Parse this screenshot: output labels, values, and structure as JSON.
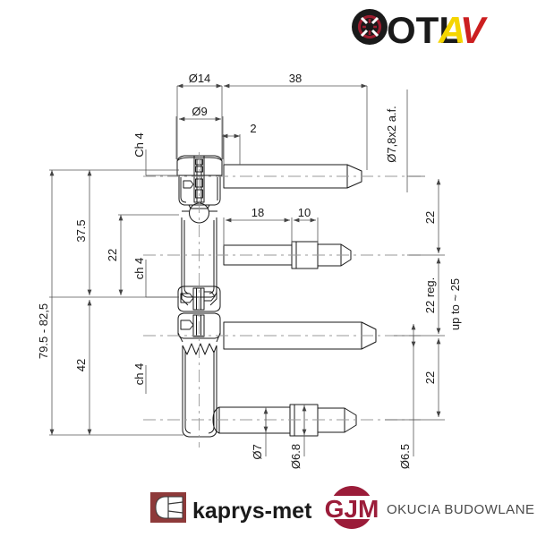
{
  "page": {
    "title": "OTLAV hinge technical drawing",
    "background": "#ffffff",
    "line_color": "#1a1a1a",
    "dim_line_color": "#555555"
  },
  "brand_top": {
    "name": "OTLAV",
    "mark_text_dark": "OTL",
    "mark_text_a": "A",
    "mark_text_v": "V",
    "colors": {
      "dark": "#1a1a1a",
      "yellow": "#f5d500",
      "red": "#cc1f20",
      "ring_red": "#9b1c2e"
    }
  },
  "brand_bottom": [
    {
      "name": "kaprys-met",
      "label": "kaprys-met",
      "mark": "hexagon-solid-icon",
      "colors": {
        "mark": "#8e3a3a",
        "text": "#1a1a1a"
      }
    },
    {
      "name": "GJM",
      "label": "GJM",
      "tagline": "OKUCIA BUDOWLANE",
      "mark": "gjm-circle-icon",
      "colors": {
        "mark": "#9b1c39",
        "text": "#3a3a3a"
      }
    }
  ],
  "dimensions": {
    "top": [
      {
        "id": "dia14",
        "label": "Ø14"
      },
      {
        "id": "len38",
        "label": "38"
      },
      {
        "id": "dia9",
        "label": "Ø9"
      },
      {
        "id": "gap2",
        "label": "2"
      },
      {
        "id": "chamfer_top",
        "label": "Ch 4"
      },
      {
        "id": "thread",
        "label": "Ø7,8x2 a.f."
      }
    ],
    "left": [
      {
        "id": "overall",
        "label": "79.5 - 82,5"
      },
      {
        "id": "upper",
        "label": "37.5"
      },
      {
        "id": "lower",
        "label": "42"
      },
      {
        "id": "mid22",
        "label": "22"
      },
      {
        "id": "chamfer_mid",
        "label": "ch 4"
      },
      {
        "id": "chamfer_low",
        "label": "ch 4"
      }
    ],
    "middle": [
      {
        "id": "span18",
        "label": "18"
      },
      {
        "id": "span10",
        "label": "10"
      }
    ],
    "right": [
      {
        "id": "r22_top",
        "label": "22"
      },
      {
        "id": "r22_reg",
        "label": "22 reg."
      },
      {
        "id": "r_upto25",
        "label": "up to ~ 25"
      },
      {
        "id": "r22_bottom",
        "label": "22"
      }
    ],
    "bottom": [
      {
        "id": "dia7",
        "label": "Ø7"
      },
      {
        "id": "dia68",
        "label": "Ø6.8"
      },
      {
        "id": "dia65",
        "label": "Ø6.5"
      }
    ]
  },
  "drawing": {
    "type": "technical-section-view",
    "part": "three-knuckle adjustable door hinge",
    "pins": [
      {
        "id": "pin-1",
        "style": "plain-tapered"
      },
      {
        "id": "pin-2",
        "style": "stepped-tapered"
      },
      {
        "id": "pin-3",
        "style": "plain-tapered"
      },
      {
        "id": "pin-4",
        "style": "stepped-tapered"
      }
    ]
  }
}
